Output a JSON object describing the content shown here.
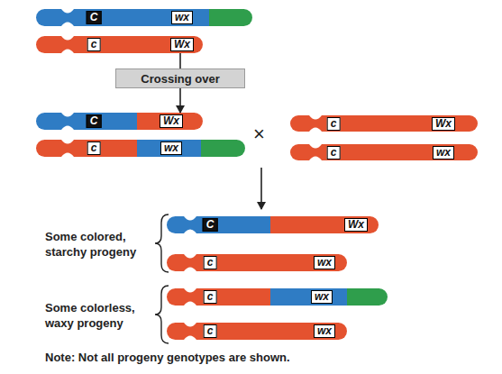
{
  "diagram": {
    "nodes": [
      {
        "text": [
          "C",
          "wx"
        ]
      },
      {
        "text": [
          "c",
          "Wx"
        ]
      },
      {
        "text": [
          "Crossing over"
        ]
      },
      {
        "text": [
          "C",
          "Wx"
        ]
      },
      {
        "text": [
          "c",
          "wx"
        ]
      },
      {
        "text": [
          "c",
          "Wx"
        ]
      },
      {
        "text": [
          "c",
          "wx"
        ]
      },
      {
        "text": [
          "C",
          "Wx"
        ]
      },
      {
        "text": [
          "c",
          "wx"
        ]
      },
      {
        "text": [
          "c",
          "wx"
        ]
      },
      {
        "text": [
          "c",
          "wx"
        ]
      }
    ],
    "edges": [
      {
        "from": 1,
        "to": 2,
        "arrow": "none"
      },
      {
        "from": 2,
        "to": 3,
        "arrow": "to"
      }
    ],
    "labels": [
      "×",
      "Some colored, starchy progeny",
      "Some colorless, waxy progeny",
      "Note: Not all progeny genotypes are shown."
    ]
  }
}
